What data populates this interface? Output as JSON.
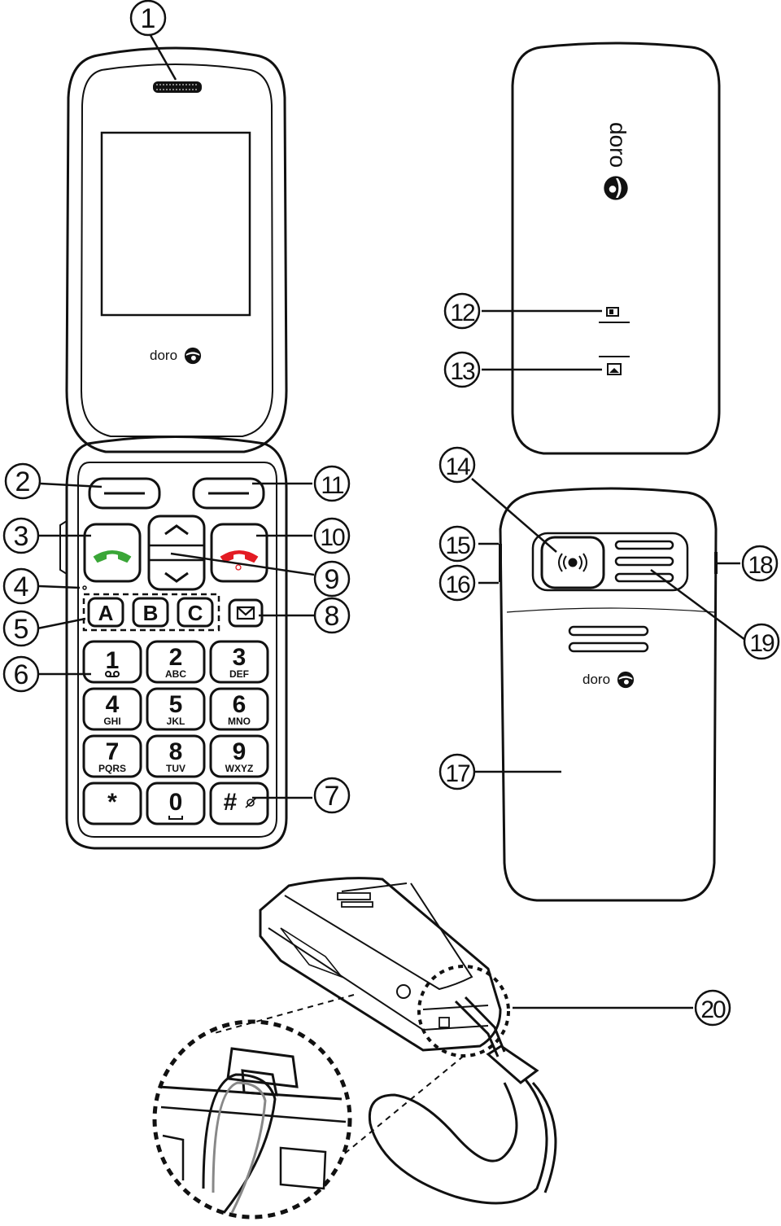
{
  "colors": {
    "outline": "#111111",
    "call_accent": "#3aa637",
    "end_accent": "#e31b23",
    "background": "#ffffff"
  },
  "brand": {
    "name": "doro"
  },
  "callouts": [
    "1",
    "2",
    "3",
    "4",
    "5",
    "6",
    "7",
    "8",
    "9",
    "10",
    "11",
    "12",
    "13",
    "14",
    "15",
    "16",
    "17",
    "18",
    "19",
    "20"
  ],
  "keypad": {
    "keys": [
      {
        "digit": "1",
        "letters": ""
      },
      {
        "digit": "2",
        "letters": "ABC"
      },
      {
        "digit": "3",
        "letters": "DEF"
      },
      {
        "digit": "4",
        "letters": "GHI"
      },
      {
        "digit": "5",
        "letters": "JKL"
      },
      {
        "digit": "6",
        "letters": "MNO"
      },
      {
        "digit": "7",
        "letters": "PQRS"
      },
      {
        "digit": "8",
        "letters": "TUV"
      },
      {
        "digit": "9",
        "letters": "WXYZ"
      },
      {
        "digit": "*",
        "letters": ""
      },
      {
        "digit": "0",
        "letters": ""
      },
      {
        "digit": "#",
        "letters": ""
      }
    ],
    "memory_keys": [
      "A",
      "B",
      "C"
    ]
  },
  "icons": {
    "earpiece": "speaker-grille-icon",
    "call_key": "green-handset-icon",
    "end_key": "red-handset-icon",
    "nav_up": "chevron-up-icon",
    "nav_down": "chevron-down-icon",
    "message_key": "envelope-icon",
    "voicemail": "voicemail-icon",
    "silent": "silent-mode-icon",
    "space": "space-icon",
    "assistance_button": "emergency-broadcast-icon",
    "notification_12": "envelope-small-icon",
    "notification_13": "image-small-icon",
    "logo": "doro-logo-icon"
  }
}
